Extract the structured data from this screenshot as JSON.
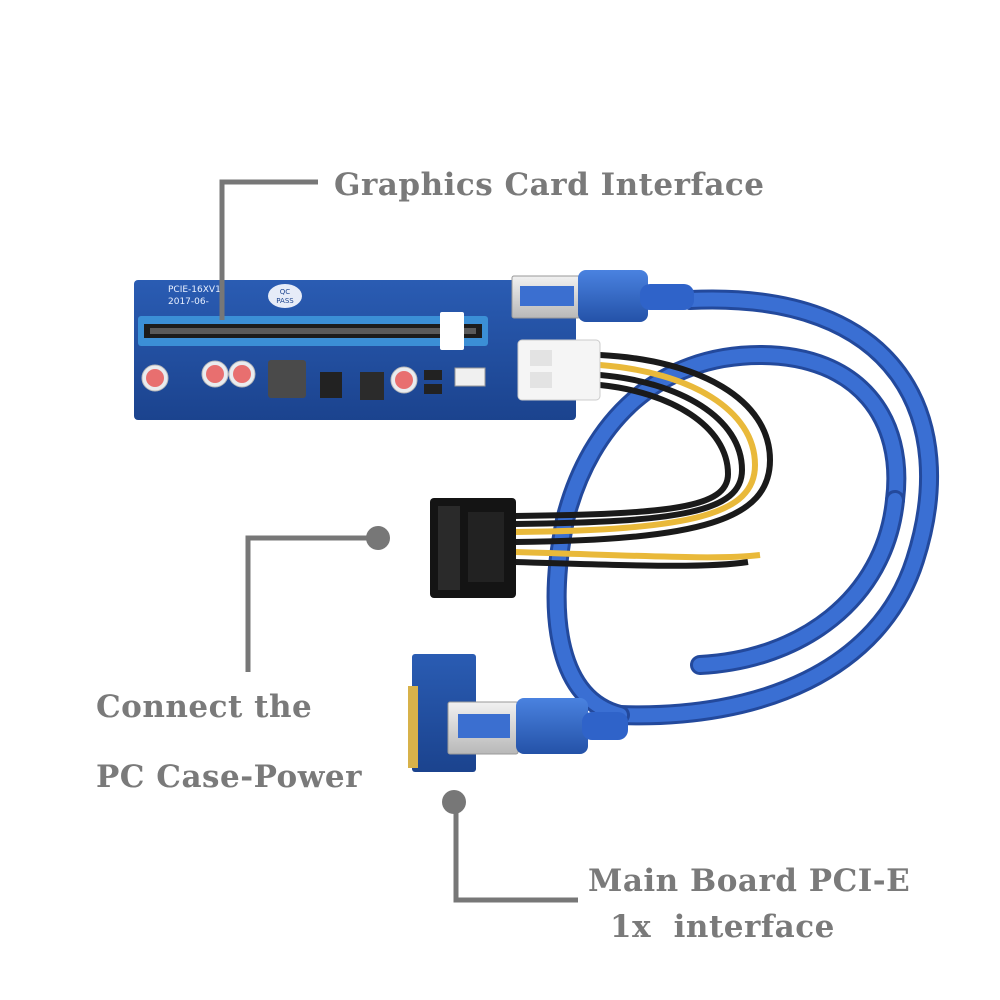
{
  "labels": {
    "graphics_card_interface": "Graphics Card Interface",
    "connect_line1": "Connect the",
    "connect_line2": "PC Case-Power",
    "main_board_line1": "Main Board PCI-E",
    "main_board_line2": "1x  interface"
  },
  "pcb_print": {
    "model": "PCIE-16XV1",
    "date": "2017-06-",
    "qc": "QC",
    "pass": "PASS"
  },
  "colors": {
    "label_text": "#7a7a7a",
    "leader_line": "#777777",
    "pcb_blue": "#1f4fa0",
    "cable_blue": "#2f63c9",
    "wire_yellow": "#e9b93a",
    "wire_black": "#1a1a1a"
  }
}
